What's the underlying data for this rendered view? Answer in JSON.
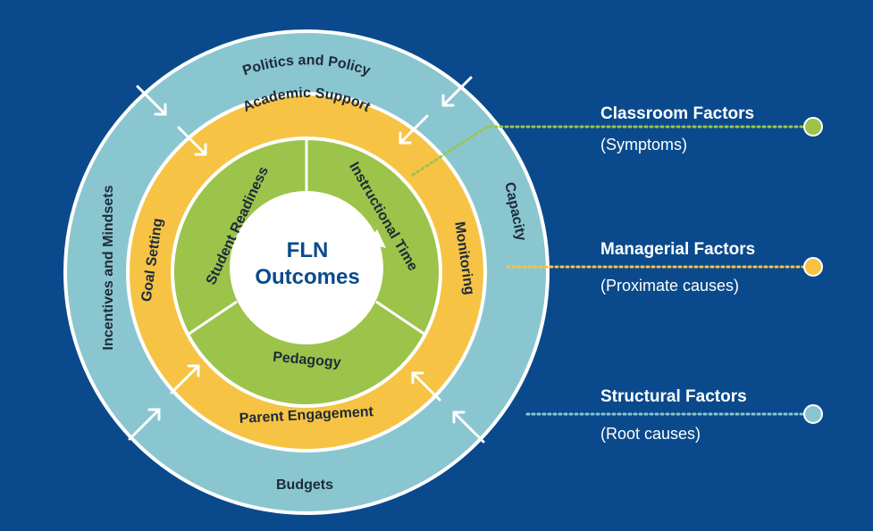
{
  "center": {
    "line1": "FLN",
    "line2": "Outcomes"
  },
  "outer_ring": {
    "color": "#8ac6d0",
    "labels": {
      "top": "Politics and Policy",
      "left": "Incentives and Mindsets",
      "right": "Capacity",
      "bottom": "Budgets"
    }
  },
  "middle_ring": {
    "color": "#f6c344",
    "labels": {
      "top": "Academic Support",
      "left": "Goal Setting",
      "right": "Monitoring",
      "bottom": "Parent Engagement"
    }
  },
  "inner_ring": {
    "color": "#9cc34a",
    "labels": {
      "left": "Student Readiness",
      "right": "Instructional Time",
      "bottom": "Pedagogy"
    }
  },
  "legend": [
    {
      "title": "Classroom Factors",
      "subtitle": "(Symptoms)",
      "color": "#9cc34a"
    },
    {
      "title": "Managerial Factors",
      "subtitle": "(Proximate causes)",
      "color": "#f6c344"
    },
    {
      "title": "Structural Factors",
      "subtitle": "(Root causes)",
      "color": "#8ac6d0"
    }
  ],
  "colors": {
    "background": "#0a4a8c",
    "border": "#ffffff",
    "center_text": "#0a4a8c"
  }
}
